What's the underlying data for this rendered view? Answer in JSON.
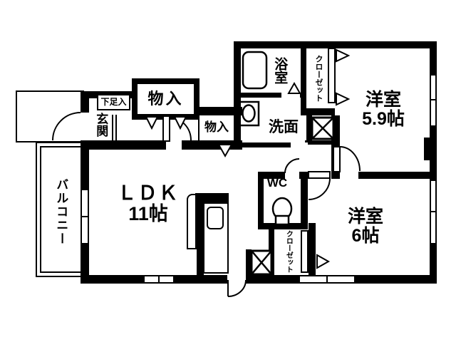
{
  "floorplan": {
    "rooms": {
      "balcony": {
        "label": "バルコニー"
      },
      "entrance": {
        "label": "玄関"
      },
      "shoe_cabinet": {
        "label": "下足入"
      },
      "storage_hall": {
        "label": "物入"
      },
      "storage_small": {
        "label": "物入"
      },
      "bathroom": {
        "label": "浴室"
      },
      "closet_north": {
        "label": "クローゼット"
      },
      "washroom": {
        "label": "洗面"
      },
      "wc": {
        "label": "WC"
      },
      "closet_south": {
        "label": "クローゼット"
      },
      "ldk": {
        "label": "ＬＤＫ",
        "size": "11帖"
      },
      "western_north": {
        "label": "洋室",
        "size": "5.9帖"
      },
      "western_south": {
        "label": "洋室",
        "size": "6帖"
      }
    },
    "colors": {
      "line": "#000000",
      "background": "#ffffff"
    }
  }
}
